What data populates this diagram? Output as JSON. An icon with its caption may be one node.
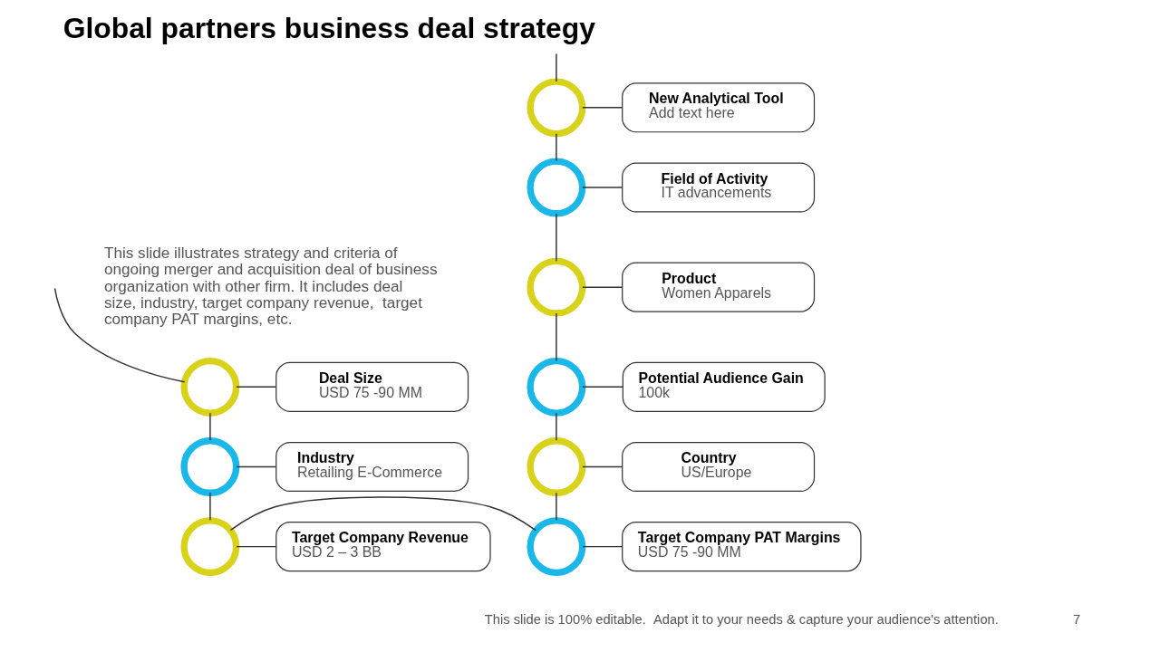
{
  "diagram": {
    "title": "Global partners business deal strategy",
    "nodes": [
      {
        "text": [],
        "shape": "circle"
      },
      {
        "text": [
          "Deal Size",
          "USD 75 -90 MM"
        ]
      },
      {
        "text": [],
        "shape": "circle"
      },
      {
        "text": [
          "Industry",
          "Retailing E-Commerce"
        ]
      },
      {
        "text": [],
        "shape": "circle"
      },
      {
        "text": [
          "Target Company Revenue",
          "USD 2 – 3 BB"
        ]
      },
      {
        "text": [],
        "shape": "circle"
      },
      {
        "text": [
          "New Analytical Tool",
          "Add text here"
        ]
      },
      {
        "text": [],
        "shape": "circle"
      },
      {
        "text": [
          "Field of Activity",
          "IT advancements"
        ]
      },
      {
        "text": [],
        "shape": "circle"
      },
      {
        "text": [
          "Product",
          "Women Apparels"
        ]
      },
      {
        "text": [],
        "shape": "circle"
      },
      {
        "text": [
          "Potential Audience Gain",
          "100k"
        ]
      },
      {
        "text": [],
        "shape": "circle"
      },
      {
        "text": [
          "Country",
          "US/Europe"
        ]
      },
      {
        "text": [],
        "shape": "circle"
      },
      {
        "text": [
          "Target Company PAT Margins",
          "USD 75 -90 MM"
        ]
      }
    ],
    "edges": [
      {
        "from": null,
        "to": 0,
        "arrow": "none"
      },
      {
        "from": 0,
        "to": 1,
        "arrow": "none"
      },
      {
        "from": 0,
        "to": 2,
        "arrow": "none"
      },
      {
        "from": 2,
        "to": 3,
        "arrow": "none"
      },
      {
        "from": 2,
        "to": 4,
        "arrow": "none"
      },
      {
        "from": 4,
        "to": 5,
        "arrow": "none"
      },
      {
        "from": 4,
        "to": 16,
        "arrow": "none"
      },
      {
        "from": null,
        "to": 6,
        "arrow": "none"
      },
      {
        "from": 6,
        "to": 7,
        "arrow": "none"
      },
      {
        "from": 6,
        "to": 8,
        "arrow": "none"
      },
      {
        "from": 8,
        "to": 9,
        "arrow": "none"
      },
      {
        "from": 8,
        "to": 10,
        "arrow": "none"
      },
      {
        "from": 10,
        "to": 11,
        "arrow": "none"
      },
      {
        "from": 10,
        "to": 12,
        "arrow": "none"
      },
      {
        "from": 12,
        "to": 13,
        "arrow": "none"
      },
      {
        "from": 12,
        "to": 14,
        "arrow": "none"
      },
      {
        "from": 14,
        "to": 15,
        "arrow": "none"
      },
      {
        "from": 14,
        "to": 16,
        "arrow": "none"
      },
      {
        "from": 16,
        "to": 17,
        "arrow": "none"
      }
    ],
    "labels": [
      "This slide illustrates strategy and criteria of ongoing merger and acquisition deal of business organization with other firm. It includes deal size, industry, target company revenue,  target company PAT margins, etc.",
      "This slide is 100% editable.  Adapt it to your needs & capture your audience's attention.",
      "7"
    ]
  }
}
